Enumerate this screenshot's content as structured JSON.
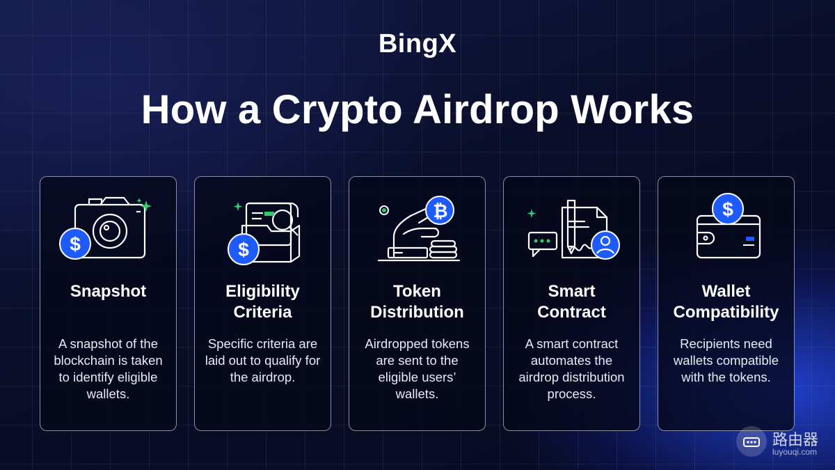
{
  "brand": {
    "logo": "BingX"
  },
  "title": "How a Crypto Airdrop Works",
  "colors": {
    "accent": "#1e5bff",
    "background": "#0b0f2a",
    "text": "#ffffff"
  },
  "cards": [
    {
      "title": "Snapshot",
      "text": "A snapshot of the blockchain is taken to identify eligible wallets.",
      "icon": "camera-dollar-icon"
    },
    {
      "title": "Eligibility Criteria",
      "text": "Specific criteria are laid out to qualify for the airdrop.",
      "icon": "document-search-icon"
    },
    {
      "title": "Token Distribution",
      "text": "Airdropped tokens are sent to the eligible users’ wallets.",
      "icon": "hand-bitcoin-icon"
    },
    {
      "title": "Smart Contract",
      "text": "A smart contract automates the airdrop distribution process.",
      "icon": "contract-user-icon"
    },
    {
      "title": "Wallet Compatibility",
      "text": "Recipients need wallets compatible with the tokens.",
      "icon": "wallet-dollar-icon"
    }
  ],
  "watermark": {
    "name": "路由器",
    "url": "luyouqi.com"
  }
}
